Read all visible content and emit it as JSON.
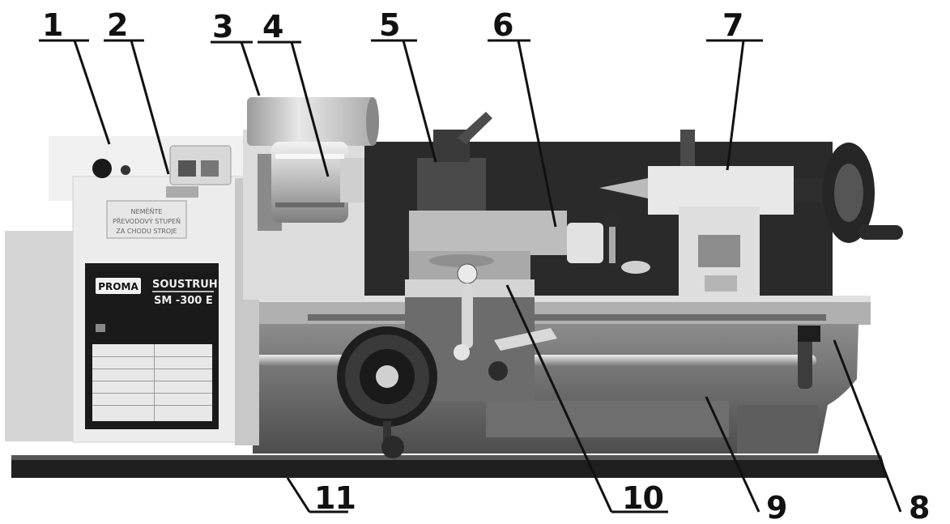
{
  "callouts": [
    "1",
    "2",
    "3",
    "4",
    "5",
    "6",
    "7",
    "8",
    "9",
    "10",
    "11"
  ],
  "label_plate": {
    "brand": "PROMA",
    "product": "SOUSTRUH",
    "model": "SM -300 E"
  },
  "warning_plate": {
    "lines": [
      "NEMĚŇTE",
      "PŘEVODOVÝ STUPEŇ",
      "ZA CHODU STROJE"
    ]
  },
  "colors": {
    "background": "#ffffff",
    "line": "#111111",
    "backdrop": "#2a2a2a",
    "bed": "#555555",
    "metal": "#bdbdbd",
    "housing": "#e6e6e6",
    "base": "#222222"
  }
}
